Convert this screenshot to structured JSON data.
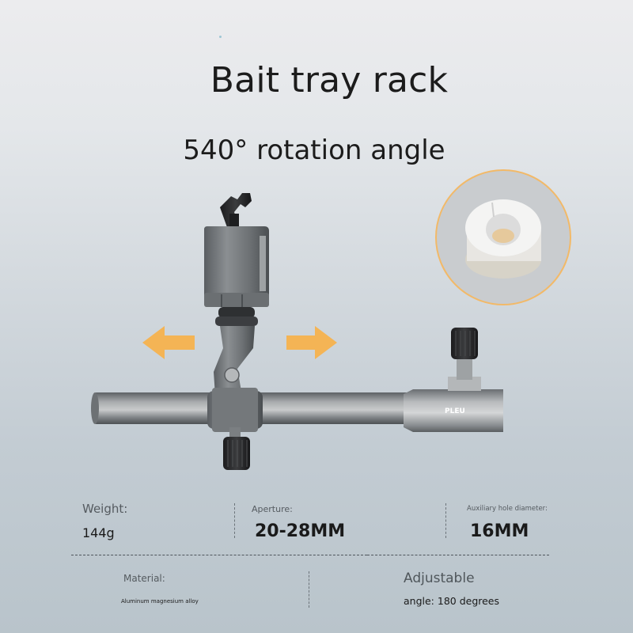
{
  "header": {
    "title": "Bait tray rack",
    "subtitle": "540° rotation angle"
  },
  "product_image": {
    "subject": "bait-tray-rack-clamp",
    "arrows": [
      "arrow-left-icon",
      "arrow-right-icon"
    ],
    "arrow_color": "#f4b455",
    "inset": {
      "subject": "white-plastic-bushing",
      "border_color": "#f2b968"
    }
  },
  "specs": {
    "weight": {
      "label": "Weight:",
      "value": "144g"
    },
    "aperture": {
      "label": "Aperture:",
      "value": "20-28MM"
    },
    "aux_hole": {
      "label": "Auxiliary hole diameter:",
      "value": "16MM"
    },
    "material": {
      "label": "Material:",
      "value": "Aluminum magnesium alloy"
    },
    "adjustable": {
      "label": "Adjustable",
      "value": "angle: 180 degrees"
    }
  }
}
